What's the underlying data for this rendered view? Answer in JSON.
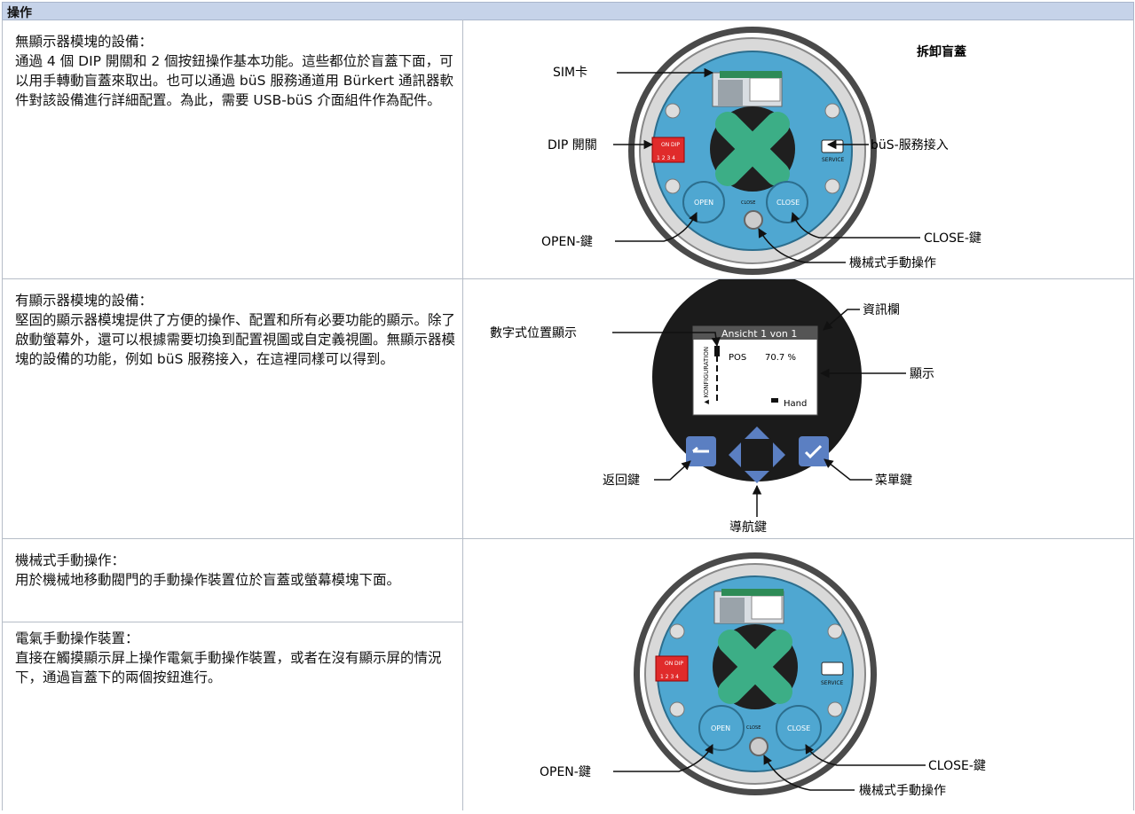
{
  "header": {
    "title": "操作"
  },
  "rows": [
    {
      "text": "無顯示器模塊的設備：\n通過 4 個 DIP 開關和 2 個按鈕操作基本功能。這些都位於盲蓋下面，可以用手轉動盲蓋來取出。也可以通過 büS 服務通道用 Bürkert 通訊器軟件對該設備進行詳細配置。為此，需要 USB-büS 介面組件作為配件。",
      "figure": {
        "title": "拆卸盲蓋",
        "sim": "SIM卡",
        "dip": "DIP 開關",
        "bus": "büS-服務接入",
        "open": "OPEN-鍵",
        "close": "CLOSE-鍵",
        "manual": "機械式手動操作",
        "btn_open": "OPEN",
        "btn_close": "CLOSE",
        "service": "SERVICE",
        "dip_on": "ON",
        "dip_dip": "DIP",
        "dip_nums": "1 2 3 4",
        "close_small": "CLOSE"
      }
    },
    {
      "text": "有顯示器模塊的設備：\n堅固的顯示器模塊提供了方便的操作、配置和所有必要功能的顯示。除了啟動螢幕外，還可以根據需要切換到配置視圖或自定義視圖。無顯示器模塊的設備的功能，例如 büS 服務接入，在這裡同樣可以得到。",
      "figure": {
        "info": "資訊欄",
        "digital": "數字式位置顯示",
        "display": "顯示",
        "back": "返回鍵",
        "menu": "菜單鍵",
        "nav": "導航鍵",
        "screen_title": "Ansicht 1 von 1",
        "pos_label": "POS",
        "pos_value": "70.7 %",
        "config": "▲ KONFIGURATION",
        "hand": "Hand"
      }
    },
    {
      "text_a": "機械式手動操作：\n用於機械地移動閥門的手動操作裝置位於盲蓋或螢幕模塊下面。",
      "text_b": "電氣手動操作裝置：\n直接在觸摸顯示屏上操作電氣手動操作裝置，或者在沒有顯示屏的情況下，通過盲蓋下的兩個按鈕進行。",
      "figure": {
        "open": "OPEN-鍵",
        "close": "CLOSE-鍵",
        "manual": "機械式手動操作",
        "btn_open": "OPEN",
        "btn_close": "CLOSE",
        "service": "SERVICE",
        "dip_on": "ON",
        "dip_dip": "DIP",
        "dip_nums": "1 2 3 4",
        "close_small": "CLOSE"
      }
    }
  ]
}
